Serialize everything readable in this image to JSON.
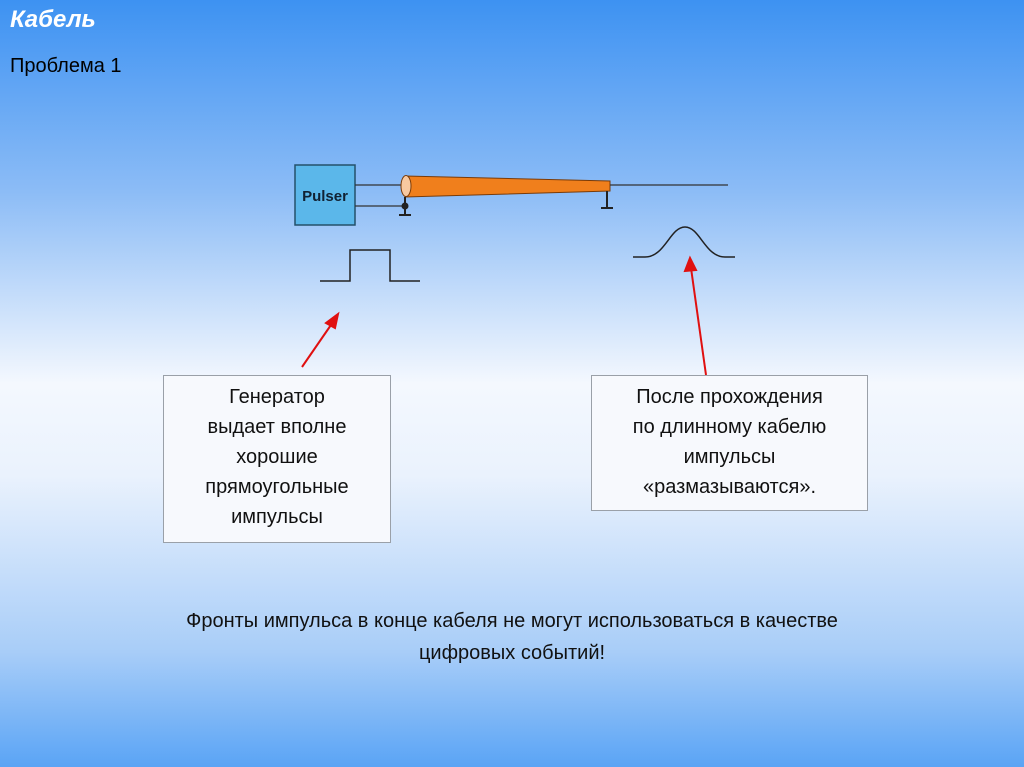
{
  "slide": {
    "title": "Кабель",
    "subtitle": "Проблема 1"
  },
  "diagram": {
    "pulser_label": "Pulser"
  },
  "callouts": [
    {
      "lines": [
        "Генератор",
        "выдает вполне",
        "хорошие",
        "прямоугольные",
        "импульсы"
      ]
    },
    {
      "lines": [
        "После прохождения",
        "по длинному кабелю",
        "импульсы",
        "«размазываются»."
      ]
    }
  ],
  "conclusion": {
    "lines": [
      "Фронты импульса в конце кабеля не могут использоваться в качестве",
      "цифровых событий!"
    ]
  },
  "colors": {
    "cable": "#f07f1c",
    "pulser": "#5bb7ea",
    "arrow": "#e01010"
  }
}
